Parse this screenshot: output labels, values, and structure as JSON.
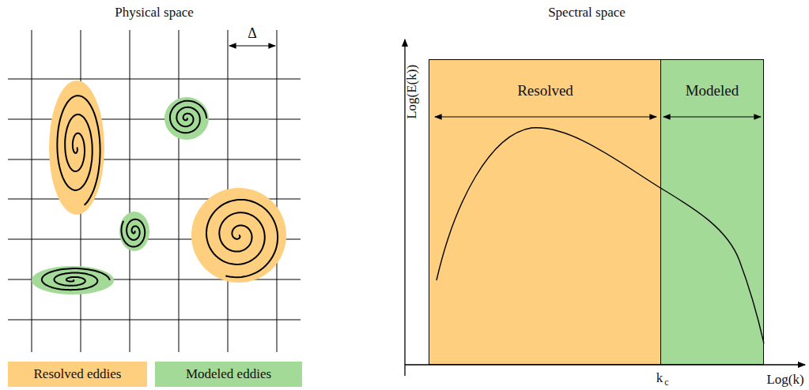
{
  "diagram": {
    "nodes": [
      {
        "text": [
          "Resolved"
        ]
      },
      {
        "text": [
          "Modeled"
        ]
      }
    ],
    "labels": [
      "Physical space",
      "Spectral space",
      "Δ",
      "Log(E(k))",
      "k",
      "c",
      "Log(k)"
    ],
    "legend": [
      {
        "text": "Resolved eddies",
        "color": "#fecf7e"
      },
      {
        "text": "Modeled eddies",
        "color": "#a3da98"
      }
    ]
  }
}
